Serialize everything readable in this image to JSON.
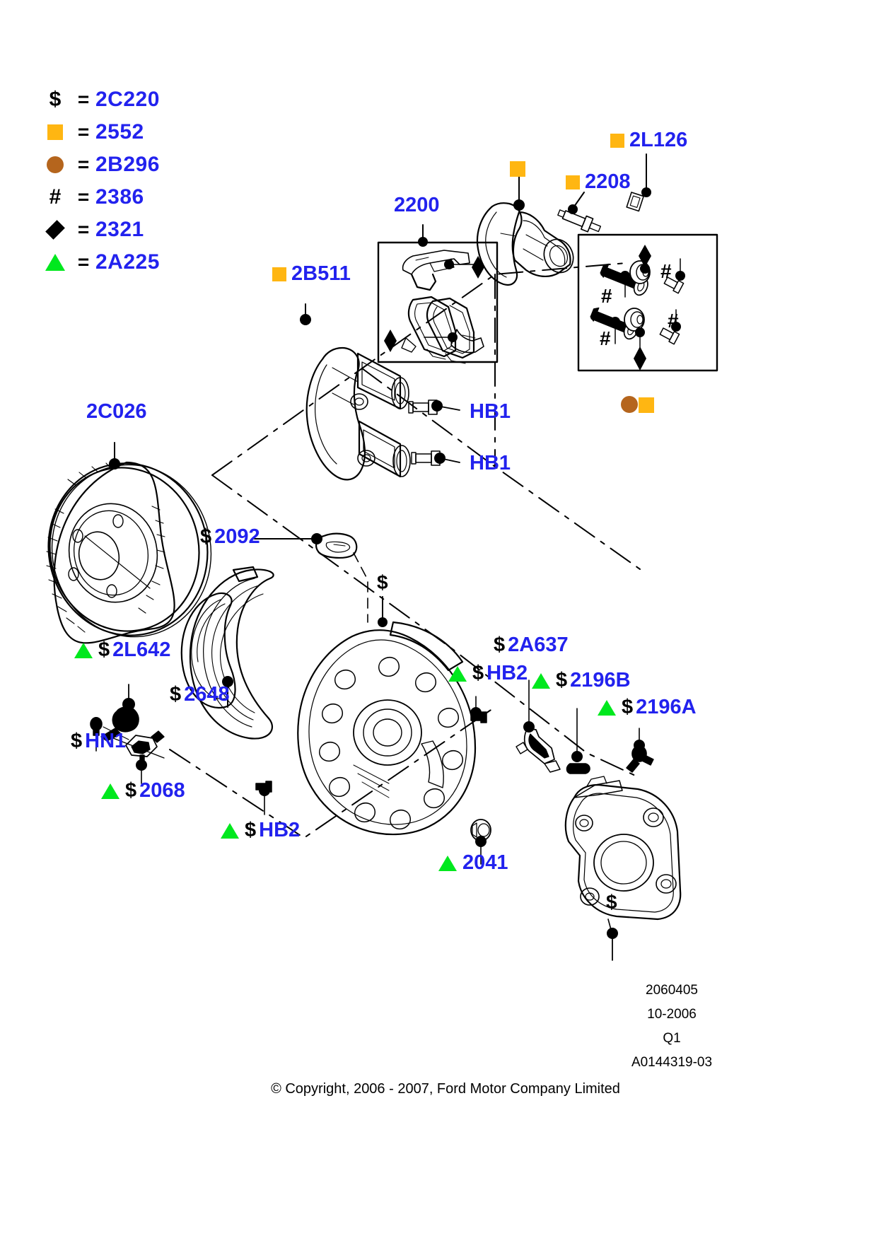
{
  "document": {
    "type": "parts-diagram",
    "title": "Rear Brake Assembly",
    "manufacturer": "Ford Motor Company Limited"
  },
  "legend": {
    "items": [
      {
        "symbol": "$",
        "symbol_kind": "dollar",
        "equals": "=",
        "code": "2C220"
      },
      {
        "symbol": "■",
        "symbol_kind": "square",
        "equals": "=",
        "code": "2552",
        "color": "#ffb612"
      },
      {
        "symbol": "●",
        "symbol_kind": "circle",
        "equals": "=",
        "code": "2B296",
        "color": "#b5651d"
      },
      {
        "symbol": "#",
        "symbol_kind": "hash",
        "equals": "=",
        "code": "2386"
      },
      {
        "symbol": "♦",
        "symbol_kind": "diamond",
        "equals": "=",
        "code": "2321"
      },
      {
        "symbol": "▲",
        "symbol_kind": "triangle",
        "equals": "=",
        "code": "2A225",
        "color": "#00e81e"
      }
    ]
  },
  "callouts": [
    {
      "id": "c2L126",
      "prefix": "",
      "marker": "square",
      "code": "2L126"
    },
    {
      "id": "c2208",
      "prefix": "",
      "marker": "square",
      "code": "2208"
    },
    {
      "id": "c2200",
      "prefix": "",
      "marker": "none",
      "code": "2200"
    },
    {
      "id": "c2B511",
      "prefix": "",
      "marker": "square",
      "code": "2B511"
    },
    {
      "id": "cHB1a",
      "prefix": "",
      "marker": "none",
      "code": "HB1"
    },
    {
      "id": "cHB1b",
      "prefix": "",
      "marker": "none",
      "code": "HB1"
    },
    {
      "id": "c2C026",
      "prefix": "",
      "marker": "none",
      "code": "2C026"
    },
    {
      "id": "c2092",
      "prefix": "$",
      "marker": "none",
      "code": "2092"
    },
    {
      "id": "c2L642",
      "prefix": "$",
      "marker": "triangle",
      "code": "2L642"
    },
    {
      "id": "c2648",
      "prefix": "$",
      "marker": "none",
      "code": "2648"
    },
    {
      "id": "cHN1",
      "prefix": "$",
      "marker": "none",
      "code": "HN1"
    },
    {
      "id": "c2068",
      "prefix": "$",
      "marker": "triangle",
      "code": "2068"
    },
    {
      "id": "cHB2b",
      "prefix": "$",
      "marker": "triangle",
      "code": "HB2"
    },
    {
      "id": "c2A637",
      "prefix": "$",
      "marker": "none",
      "code": "2A637"
    },
    {
      "id": "cHB2r",
      "prefix": "$",
      "marker": "triangle",
      "code": "HB2"
    },
    {
      "id": "c2196B",
      "prefix": "$",
      "marker": "triangle",
      "code": "2196B"
    },
    {
      "id": "c2196A",
      "prefix": "$",
      "marker": "triangle",
      "code": "2196A"
    },
    {
      "id": "c2041",
      "prefix": "",
      "marker": "triangle",
      "code": "2041"
    }
  ],
  "inline_markers": {
    "dollar_near_plate": "$",
    "dollar_bottom_knuckle": "$",
    "hash_kit_1": "#",
    "hash_kit_2": "#",
    "hash_kit_3": "#",
    "hash_kit_4": "#"
  },
  "footer": {
    "lines": [
      "2060405",
      "10-2006",
      "Q1",
      "A0144319-03"
    ],
    "copyright": "© Copyright, 2006 - 2007, Ford Motor Company Limited"
  },
  "colors": {
    "code_blue": "#2222ee",
    "marker_orange": "#ffb612",
    "marker_green": "#00e81e",
    "marker_brown": "#b5651d",
    "line_black": "#000000"
  }
}
